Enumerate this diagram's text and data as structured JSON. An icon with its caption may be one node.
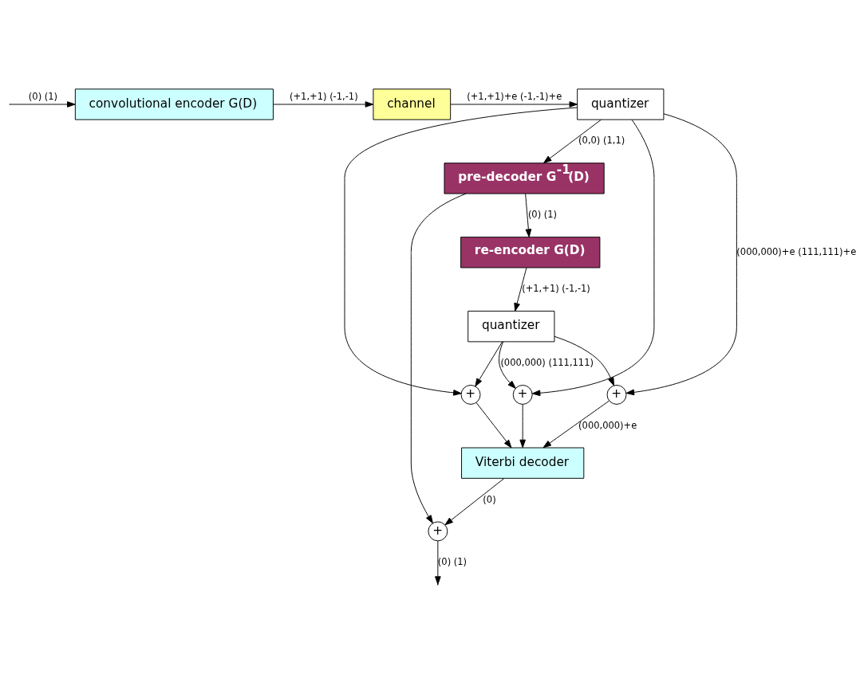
{
  "diagram": {
    "nodes": [
      {
        "text": [
          "convolutional encoder G(D)"
        ]
      },
      {
        "text": [
          "channel"
        ]
      },
      {
        "text": [
          "quantizer"
        ]
      },
      {
        "text": [
          "pre-decoder G$^{-1}$(D)"
        ]
      },
      {
        "text": [
          "re-encoder G(D)"
        ]
      },
      {
        "text": [
          "quantizer"
        ]
      },
      {
        "text": [
          "Viterbi decoder"
        ]
      },
      {
        "text": [
          "+"
        ]
      },
      {
        "text": [
          "+"
        ]
      },
      {
        "text": [
          "+"
        ]
      },
      {
        "text": [
          "+"
        ]
      }
    ],
    "edges": [
      {
        "from": null,
        "to": 0,
        "arrow": "to",
        "label": "(0) (1)"
      },
      {
        "from": 0,
        "to": 1,
        "arrow": "to",
        "label": "(+1,+1) (-1,-1)"
      },
      {
        "from": 1,
        "to": 2,
        "arrow": "to",
        "label": "(+1,+1)+e (-1,-1)+e"
      },
      {
        "from": 2,
        "to": 3,
        "arrow": "to",
        "label": "(0,0) (1,1)"
      },
      {
        "from": 2,
        "to": 8,
        "arrow": "to"
      },
      {
        "from": 2,
        "to": 9,
        "arrow": "to",
        "label": "(000,000)+e (111,111)+e"
      },
      {
        "from": 2,
        "to": 10,
        "arrow": "to"
      },
      {
        "from": 3,
        "to": 4,
        "arrow": "to",
        "label": "(0) (1)"
      },
      {
        "from": 3,
        "to": 7,
        "arrow": "to"
      },
      {
        "from": 4,
        "to": 5,
        "arrow": "to",
        "label": "(+1,+1) (-1,-1)"
      },
      {
        "from": 5,
        "to": 8,
        "arrow": "to",
        "label": "(000,000) (111,111)"
      },
      {
        "from": 5,
        "to": 9,
        "arrow": "to"
      },
      {
        "from": 5,
        "to": 10,
        "arrow": "to"
      },
      {
        "from": 8,
        "to": 6,
        "arrow": "to"
      },
      {
        "from": 9,
        "to": 6,
        "arrow": "to",
        "label": "(000,000)+e"
      },
      {
        "from": 10,
        "to": 6,
        "arrow": "to"
      },
      {
        "from": 6,
        "to": 7,
        "arrow": "to",
        "label": "(0)"
      },
      {
        "from": 7,
        "to": null,
        "arrow": "to",
        "label": "(0) (1)"
      }
    ]
  }
}
